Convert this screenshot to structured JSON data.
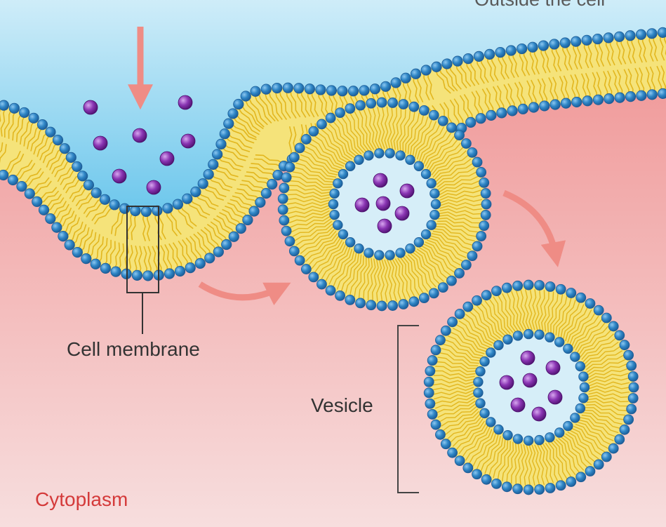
{
  "labels": {
    "outside": "Outside the cell",
    "cell_membrane": "Cell membrane",
    "vesicle": "Vesicle",
    "cytoplasm": "Cytoplasm"
  },
  "colors": {
    "outside_top": "#d2eef9",
    "outside_bottom": "#6dc7ec",
    "cytoplasm_top": "#ef8f8f",
    "cytoplasm_bottom": "#f7dede",
    "lipid_head": "#2f86c6",
    "lipid_head_edge": "#1e5d97",
    "lipid_tail": "#e2b61e",
    "bilayer_fill": "#f5e37a",
    "vesicle_lumen": "#d6eef8",
    "molecule": "#7f2aa6",
    "arrow": "#ef8c85",
    "cytoplasm_label": "#d43a3a"
  }
}
